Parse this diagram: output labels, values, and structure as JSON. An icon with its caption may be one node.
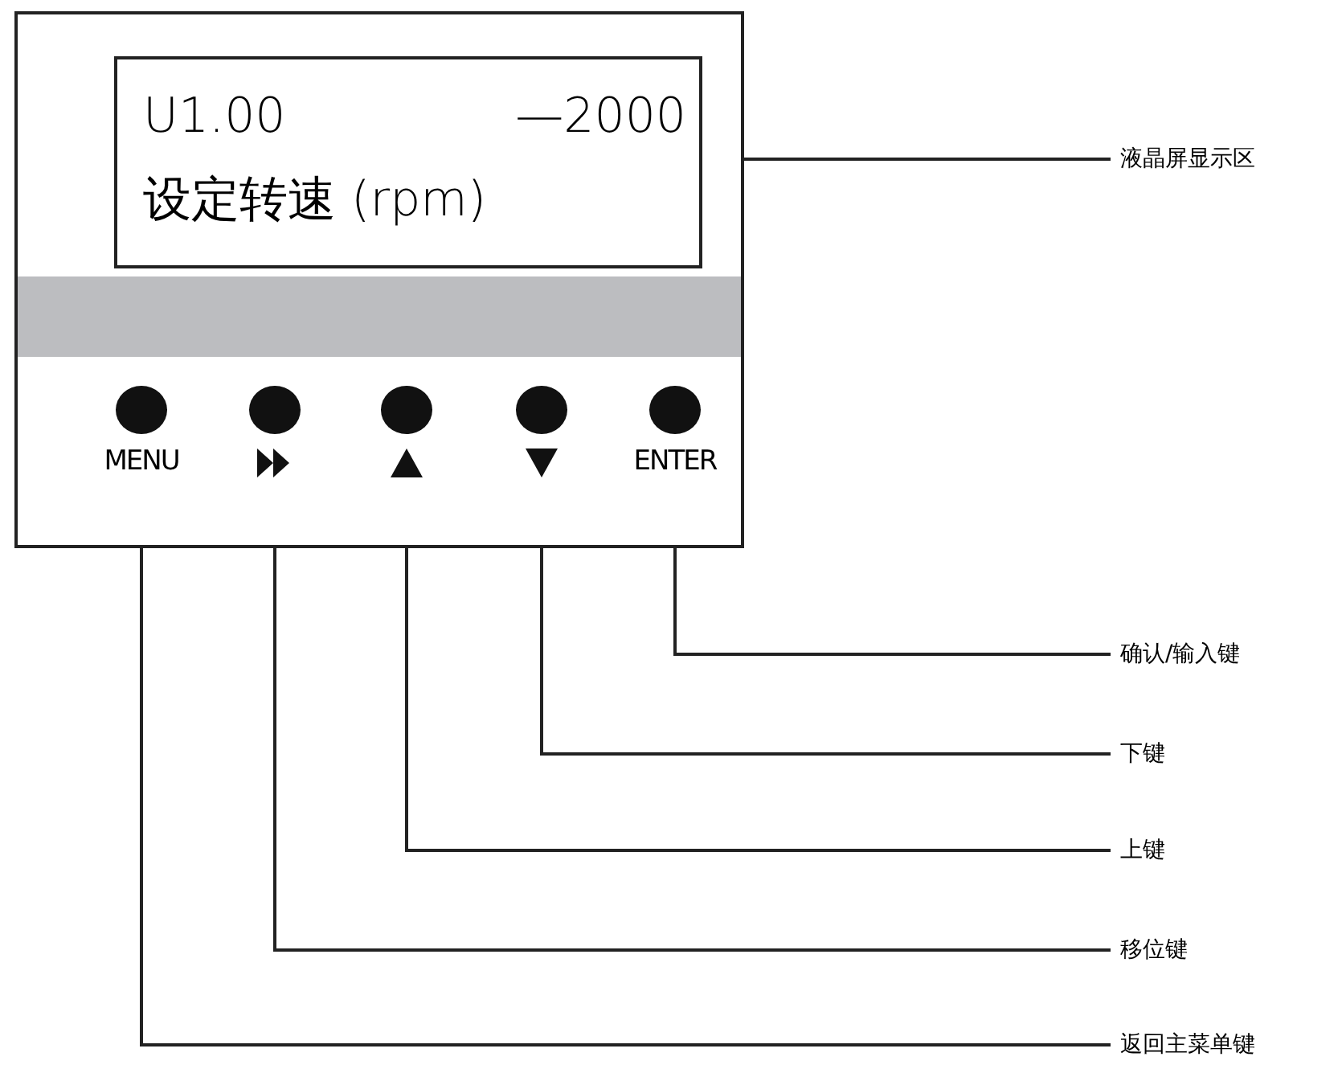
{
  "diagram": {
    "nodes": [
      {
        "text": [],
        "shape": "box"
      },
      {
        "text": [
          "U1.00",
          "—2000",
          "设定转速 (rpm)"
        ],
        "in": 0
      },
      {
        "text": [],
        "shape": "bar",
        "in": 0
      },
      {
        "text": [],
        "shape": "circle",
        "in": 0,
        "beside": [
          "MENU"
        ]
      },
      {
        "text": [],
        "shape": "circle",
        "in": 0
      },
      {
        "text": [],
        "shape": "circle",
        "in": 0
      },
      {
        "text": [],
        "shape": "circle",
        "in": 0
      },
      {
        "text": [],
        "shape": "circle",
        "in": 0,
        "beside": [
          "ENTER"
        ]
      },
      {
        "text": [
          "液晶屏显示区"
        ]
      },
      {
        "text": [
          "确认/输入键"
        ]
      },
      {
        "text": [
          "下键"
        ]
      },
      {
        "text": [
          "上键"
        ]
      },
      {
        "text": [
          "移位键"
        ]
      },
      {
        "text": [
          "返回主菜单键"
        ]
      }
    ],
    "edges": [
      {
        "from": 1,
        "to": 8,
        "arrow": "none"
      },
      {
        "from": 7,
        "to": 9,
        "arrow": "none"
      },
      {
        "from": 6,
        "to": 10,
        "arrow": "none"
      },
      {
        "from": 5,
        "to": 11,
        "arrow": "none"
      },
      {
        "from": 4,
        "to": 12,
        "arrow": "none"
      },
      {
        "from": 3,
        "to": 13,
        "arrow": "none"
      }
    ]
  }
}
